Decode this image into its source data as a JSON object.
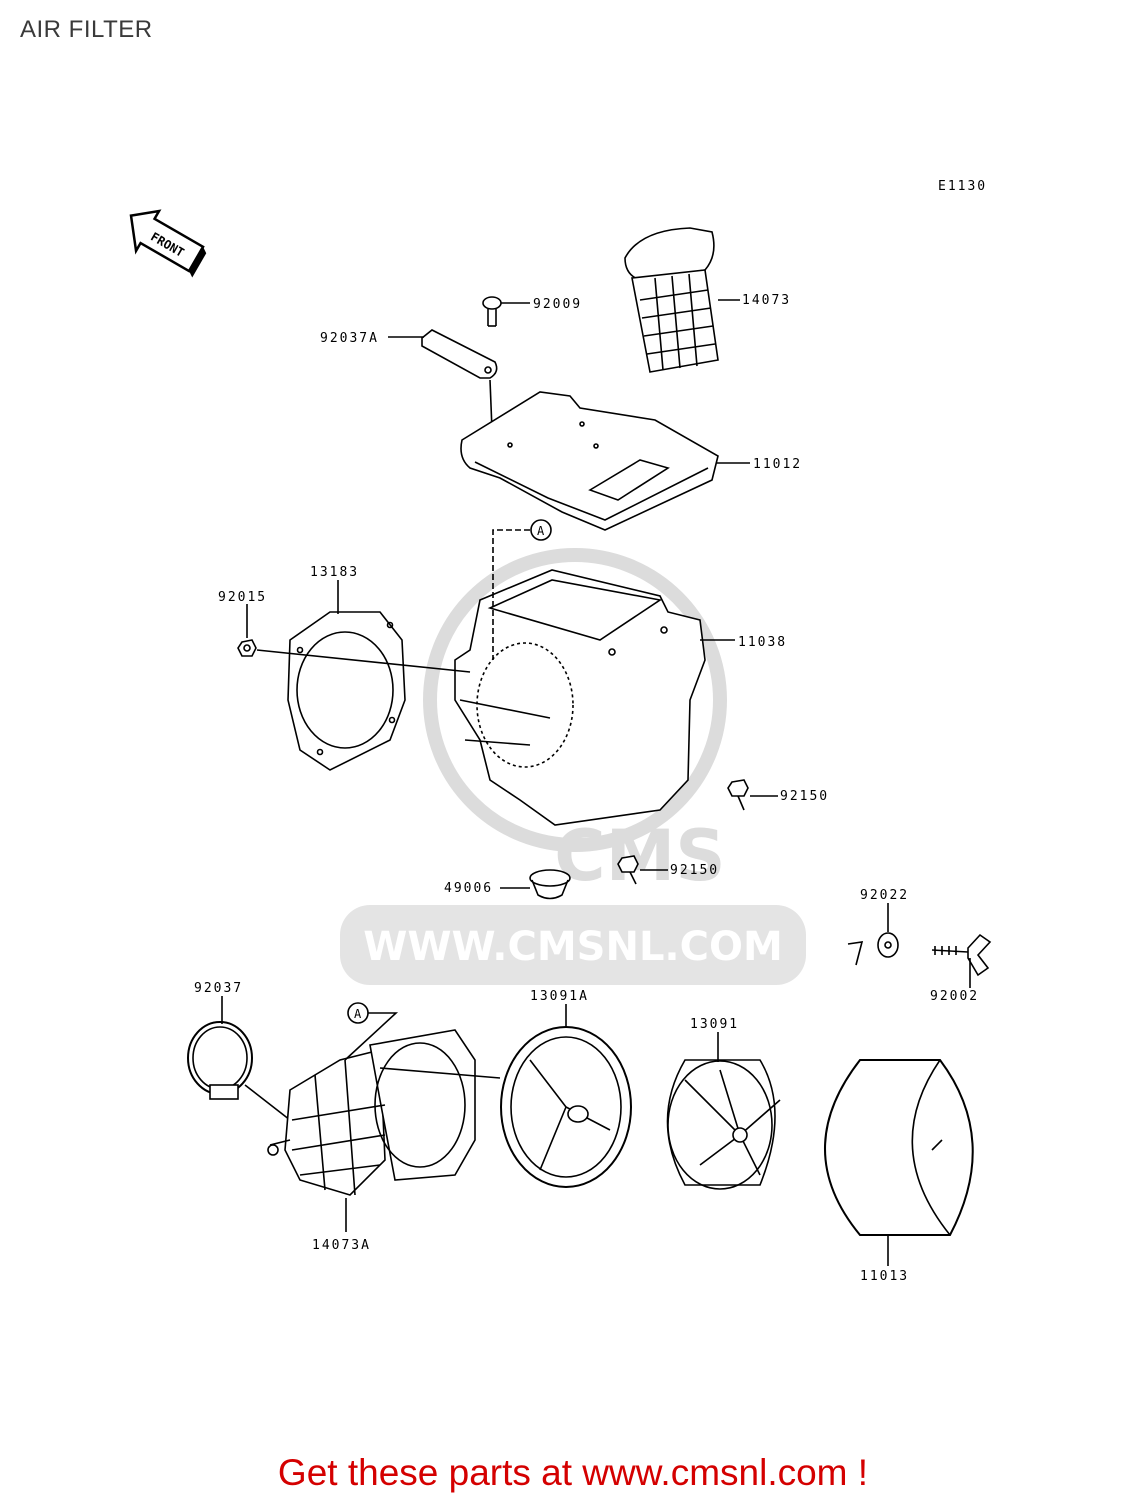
{
  "title": "AIR FILTER",
  "diagram_code": "E1130",
  "front_arrow_text": "FRONT",
  "watermark": "WWW.CMSNL.COM",
  "watermark_logo_text": "CMS",
  "reference_mark": "A",
  "labels": {
    "p92009": "92009",
    "p14073": "14073",
    "p92037A": "92037A",
    "p11012": "11012",
    "p13183": "13183",
    "p92015": "92015",
    "p11038": "11038",
    "p92150a": "92150",
    "p92150b": "92150",
    "p49006": "49006",
    "p92022": "92022",
    "p92002": "92002",
    "p92037": "92037",
    "p13091A": "13091A",
    "p13091": "13091",
    "p14073A": "14073A",
    "p11013": "11013"
  },
  "footer": "Get these parts at www.cmsnl.com !",
  "colors": {
    "footer": "#d40000",
    "watermark": "#d8d8d8",
    "line": "#000000"
  }
}
